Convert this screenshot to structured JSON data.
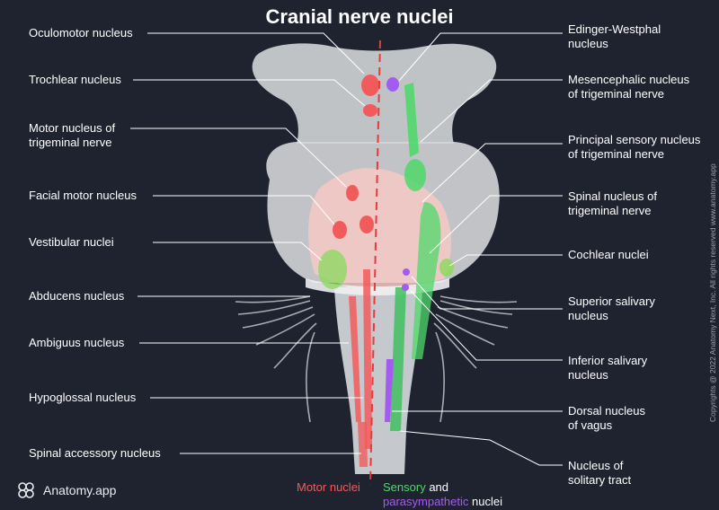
{
  "title": "Cranial nerve nuclei",
  "labels": {
    "oculomotor": "Oculomotor nucleus",
    "trochlear": "Trochlear nucleus",
    "motor_trig_1": "Motor nucleus of",
    "motor_trig_2": "trigeminal nerve",
    "facial": "Facial motor nucleus",
    "vestibular": "Vestibular nuclei",
    "abducens": "Abducens nucleus",
    "ambiguus": "Ambiguus nucleus",
    "hypoglossal": "Hypoglossal nucleus",
    "accessory": "Spinal accessory nucleus",
    "edinger_1": "Edinger-Westphal",
    "edinger_2": "nucleus",
    "mesenc_1": "Mesencephalic nucleus",
    "mesenc_2": "of trigeminal nerve",
    "principal_1": "Principal sensory nucleus",
    "principal_2": "of trigeminal nerve",
    "spinal_1": "Spinal nucleus of",
    "spinal_2": "trigeminal nerve",
    "cochlear": "Cochlear nuclei",
    "sup_saliv_1": "Superior salivary",
    "sup_saliv_2": "nucleus",
    "inf_saliv_1": "Inferior salivary",
    "inf_saliv_2": "nucleus",
    "dorsal_1": "Dorsal nucleus",
    "dorsal_2": "of vagus",
    "solitary_1": "Nucleus of",
    "solitary_2": "solitary tract"
  },
  "legend": {
    "motor": "Motor nuclei",
    "sensory": "Sensory",
    "and": "and",
    "parasympathetic": "parasympathetic",
    "nuclei": "nuclei"
  },
  "logo": {
    "text": "Anatomy.app",
    "icon": "brain-icon"
  },
  "copyright": "Copyrights @ 2022 Anatomy Next, Inc. All rights reserved www.anatomy.app",
  "colors": {
    "background": "#1f2330",
    "motor": "#f25b5b",
    "sensory": "#4fd86a",
    "parasympathetic": "#a45cf0",
    "midline": "#e53b3b"
  }
}
